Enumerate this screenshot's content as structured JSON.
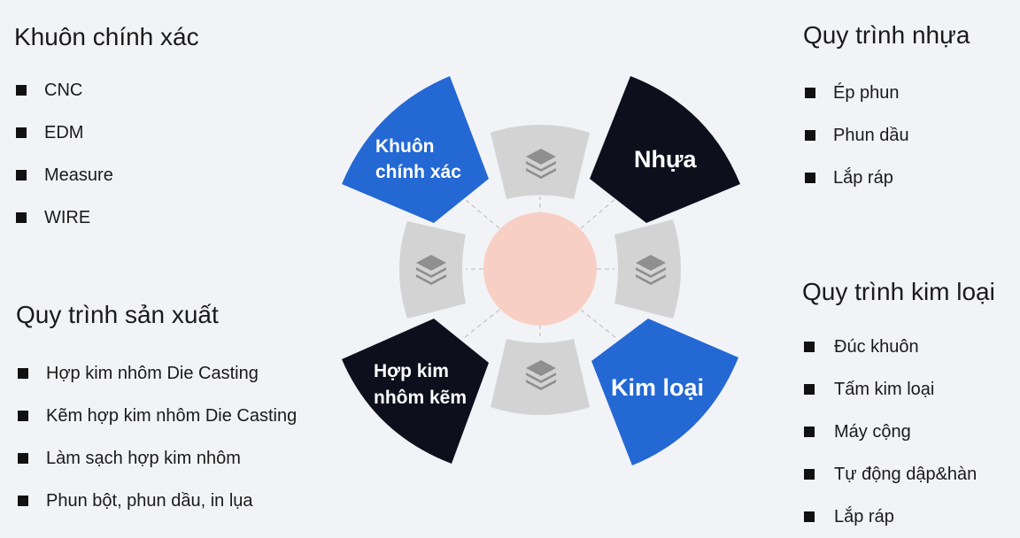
{
  "top_left": {
    "title": "Khuôn chính xác",
    "items": [
      "CNC",
      "EDM",
      "Measure",
      "WIRE"
    ]
  },
  "bottom_left": {
    "title": "Quy trình sản xuất",
    "items": [
      "Hợp kim nhôm Die Casting",
      "Kẽm hợp kim nhôm Die Casting",
      "Làm sạch hợp kim nhôm",
      "Phun bột, phun dầu, in lụa"
    ]
  },
  "top_right": {
    "title": "Quy trình nhựa",
    "items": [
      "Ép phun",
      "Phun dầu",
      "Lắp ráp"
    ]
  },
  "bottom_right": {
    "title": "Quy trình kim loại",
    "items": [
      "Đúc khuôn",
      "Tấm kim loại",
      "Máy cộng",
      "Tự động dập&hàn",
      "Lắp ráp"
    ]
  },
  "diagram": {
    "petals": {
      "top_left": {
        "line1": "Khuôn",
        "line2": "chính xác"
      },
      "top_right": {
        "line1": "Nhựa"
      },
      "bottom_left": {
        "line1": "Hợp kim",
        "line2": "nhôm kẽm"
      },
      "bottom_right": {
        "line1": "Kim loại"
      }
    },
    "colors": {
      "blue": "#2468d4",
      "black": "#0d0f1c",
      "gray": "#d3d3d3",
      "center": "#f8cfc4",
      "icon": "#8f8f8f"
    },
    "icons": [
      "layers-icon",
      "layers-icon",
      "layers-icon",
      "layers-icon"
    ]
  }
}
